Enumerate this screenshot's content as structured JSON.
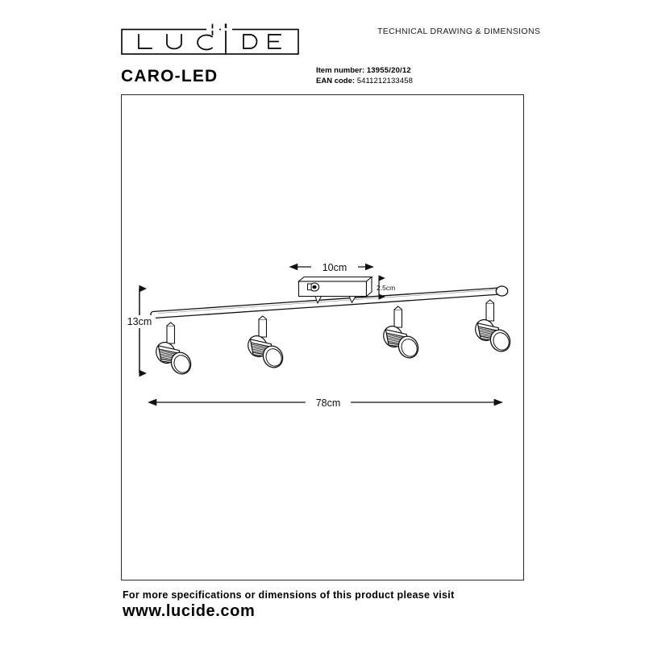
{
  "header": {
    "logo_text": "LUCIDE",
    "logo_letters": [
      "L",
      "U",
      "C",
      "i",
      "D",
      "E"
    ],
    "tagline": "TECHNICAL DRAWING & DIMENSIONS",
    "product_title": "CARO-LED",
    "item_number_label": "Item number:",
    "item_number_value": "13955/20/12",
    "ean_label": "EAN code:",
    "ean_value": "5411212133458"
  },
  "drawing": {
    "alt": "Technical line drawing of a 4-light ceiling spotlight bar",
    "dimensions": {
      "height_label": "13cm",
      "width_label": "78cm",
      "plate_width_label": "10cm",
      "plate_depth_label": "2.5cm"
    },
    "spot_count": 4
  },
  "footer": {
    "line1": "For more specifications or dimensions of this product please visit",
    "line2": "www.lucide.com"
  },
  "colors": {
    "ink": "#000000",
    "frame": "#2b2b33",
    "line": "#1a1a1a"
  }
}
